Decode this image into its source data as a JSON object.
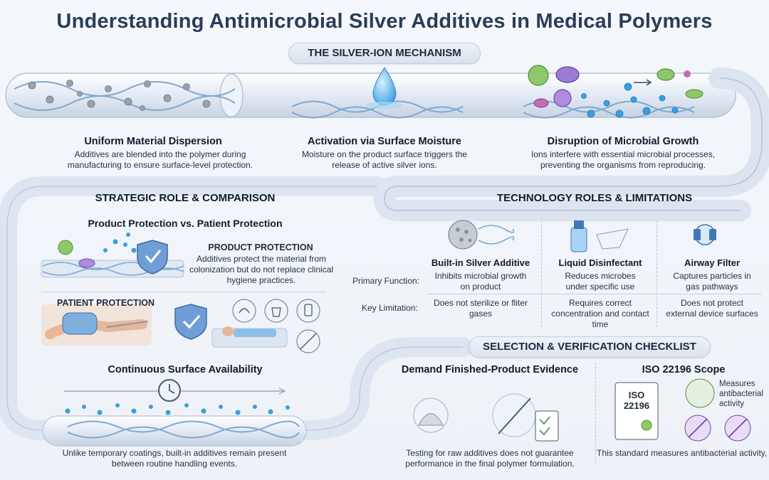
{
  "title": "Understanding Antimicrobial Silver Additives in Medical Polymers",
  "mechanism": {
    "header": "THE SILVER-ION MECHANISM",
    "steps": [
      {
        "title": "Uniform Material Dispersion",
        "text": "Additives are blended into the polymer during manufacturing to ensure surface-level protection."
      },
      {
        "title": "Activation via Surface Moisture",
        "text": "Moisture on the product surface triggers the release of active silver ions."
      },
      {
        "title": "Disruption of Microbial Growth",
        "text": "Ions interfere with essential microbial processes, preventing the organisms from reproducing."
      }
    ]
  },
  "strategic": {
    "header": "STRATEGIC ROLE & COMPARISON",
    "subheader": "Product Protection vs. Patient Protection",
    "product_title": "PRODUCT PROTECTION",
    "product_text": "Additives protect the material from colonization but do not replace clinical hygiene practices.",
    "patient_title": "PATIENT PROTECTION",
    "continuous_title": "Continuous Surface Availability",
    "continuous_text": "Unlike temporary coatings, built-in additives remain present between routine handling events."
  },
  "technology": {
    "header": "TECHNOLOGY ROLES & LIMITATIONS",
    "row_labels": {
      "primary": "Primary Function:",
      "limitation": "Key Limitation:"
    },
    "columns": [
      {
        "name": "Built-in Silver Additive",
        "primary": "Inhibits microbial growth on product",
        "limitation": "Does not sterilize or fliter gases",
        "icon": "silver-polymer-icon"
      },
      {
        "name": "Liquid Disinfectant",
        "primary": "Reduces microbes under specific use",
        "limitation": "Requires correct concentration and contact time",
        "icon": "spray-bottle-icon"
      },
      {
        "name": "Airway Filter",
        "primary": "Captures particles in gas pathways",
        "limitation": "Does not protect external device surfaces",
        "icon": "airway-filter-icon"
      }
    ]
  },
  "checklist": {
    "header": "SELECTION & VERIFICATION CHECKLIST",
    "evidence_title": "Demand Finished-Product Evidence",
    "evidence_text": "Testing for raw additives does not guarantee performance in the final polymer formulation.",
    "iso_title": "ISO 22196 Scope",
    "iso_doc_text": "ISO 22196",
    "iso_measures": "Measures antibacterial activity",
    "iso_text": "This standard measures antibacterial activity, antiviral performance or clinical infection rat"
  },
  "colors": {
    "accent": "#2a3d57",
    "pipe": "#d9e3ef",
    "bubble": "#3a9ee0",
    "helix": "#7fa8cf",
    "shield": "#4f7fbf"
  }
}
